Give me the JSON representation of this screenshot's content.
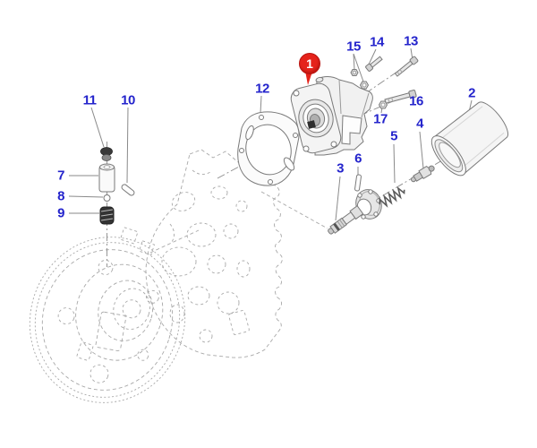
{
  "colors": {
    "background": "#ffffff",
    "callout_blue": "#2424cc",
    "balloon_red": "#e5231b",
    "solid_line": "#7a7a7a",
    "phantom_line": "#a8a8a8"
  },
  "balloon": {
    "label": "1"
  },
  "callouts": [
    {
      "label": "2"
    },
    {
      "label": "3"
    },
    {
      "label": "4"
    },
    {
      "label": "5"
    },
    {
      "label": "6"
    },
    {
      "label": "7"
    },
    {
      "label": "8"
    },
    {
      "label": "9"
    },
    {
      "label": "10"
    },
    {
      "label": "11"
    },
    {
      "label": "12"
    },
    {
      "label": "13"
    },
    {
      "label": "14"
    },
    {
      "label": "15"
    },
    {
      "label": "16"
    },
    {
      "label": "17"
    }
  ]
}
